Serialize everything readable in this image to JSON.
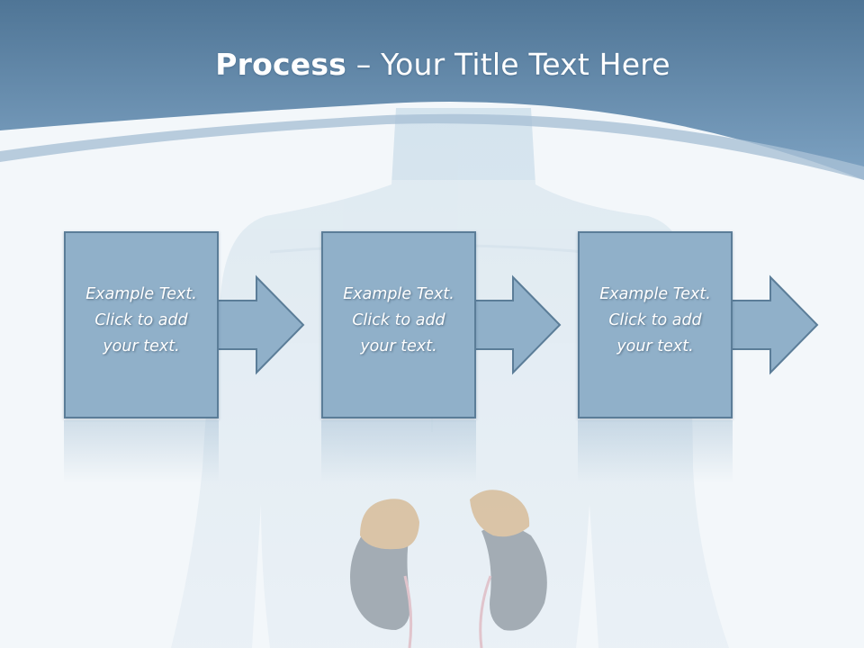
{
  "title": {
    "bold": "Process",
    "rest": " – Your Title Text Here"
  },
  "steps": [
    {
      "line1": "Example Text.",
      "line2": "Click  to add",
      "line3": "your text."
    },
    {
      "line1": "Example Text.",
      "line2": "Click  to add",
      "line3": "your text."
    },
    {
      "line1": "Example Text.",
      "line2": "Click  to add",
      "line3": "your text."
    }
  ],
  "colors": {
    "header": "#5f87ab",
    "box_fill": "#90b0c9",
    "box_border": "#5b7d98",
    "background": "#f3f7fa"
  }
}
